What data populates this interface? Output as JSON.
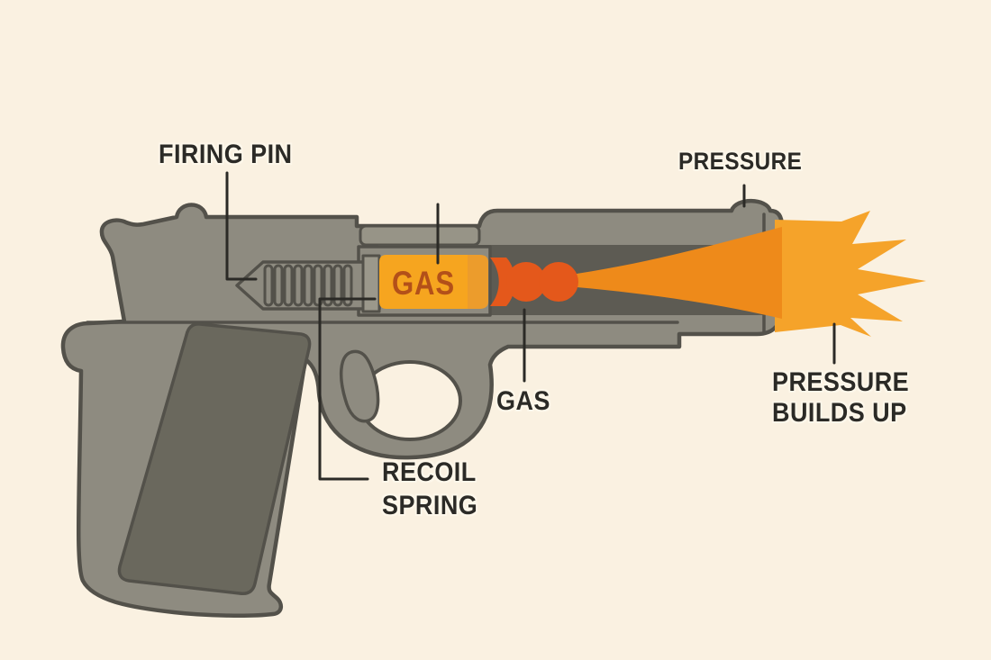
{
  "diagram": {
    "type": "pistol-firing-cutaway",
    "labels": {
      "firing_pin": "FIRING PIN",
      "pressure_top": "PRESSURE",
      "gas_below": "GAS",
      "recoil_spring": {
        "line1": "RECOIL",
        "line2": "SPRING"
      },
      "pressure_builds_up": {
        "line1": "PRESSURE",
        "line2": "BUILDS UP"
      },
      "cartridge_text": "GAS"
    },
    "colors": {
      "background": "#FAF1E1",
      "gun_body": "#8E8B80",
      "gun_outline": "#53514A",
      "slide_recess": "#979487",
      "bore_dark": "#5D5B53",
      "breech_face": "#9B988B",
      "grip_panel": "#6A685D",
      "cartridge_orange": "#F6A51F",
      "cartridge_neck": "#EC9C2C",
      "bullet_orange": "#E4581B",
      "flame_cone": "#EE8A1A",
      "muzzle_flash": "#F5A32A",
      "cartridge_text_color": "#B35019",
      "label_text": "#2B2A26"
    }
  }
}
